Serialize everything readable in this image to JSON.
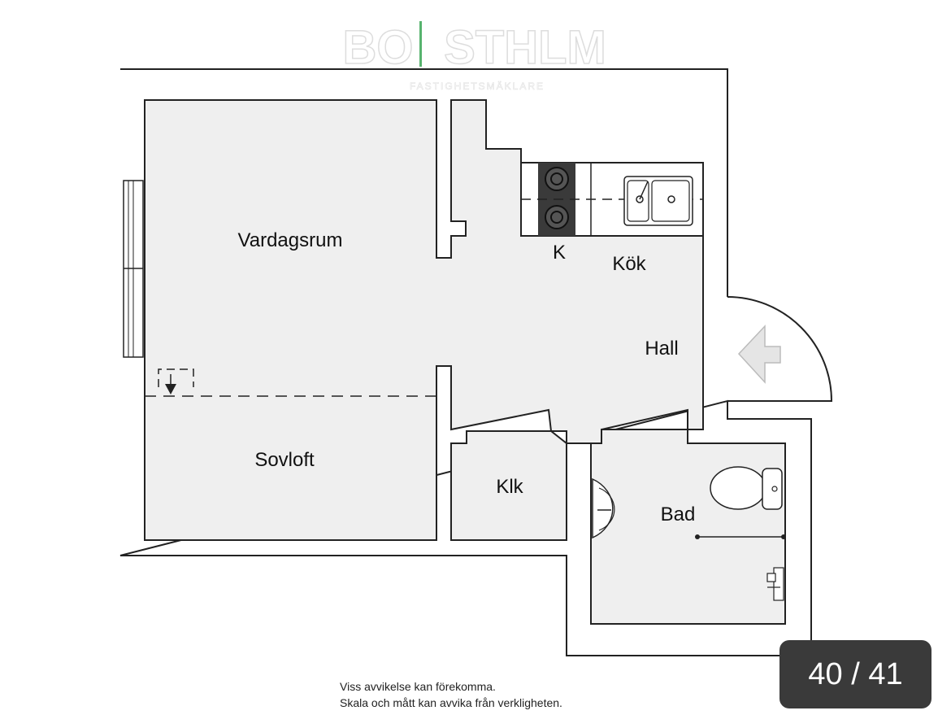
{
  "watermark": {
    "brand_left": "BO",
    "brand_right": "STHLM",
    "tagline": "FASTIGHETSMÄKLARE",
    "divider_color": "#3aa655"
  },
  "rooms": {
    "living": "Vardagsrum",
    "kitchen": "Kök",
    "fridge": "K",
    "hall": "Hall",
    "sleeping_loft": "Sovloft",
    "closet": "Klk",
    "bathroom": "Bad"
  },
  "disclaimer": {
    "line1": "Viss avvikelse kan förekomma.",
    "line2": "Skala och mått kan avvika från verkligheten."
  },
  "gallery_counter": "40 / 41",
  "colors": {
    "floor": "#efefef",
    "wall": "#222222",
    "counter_bg": "#3a3a3a"
  }
}
